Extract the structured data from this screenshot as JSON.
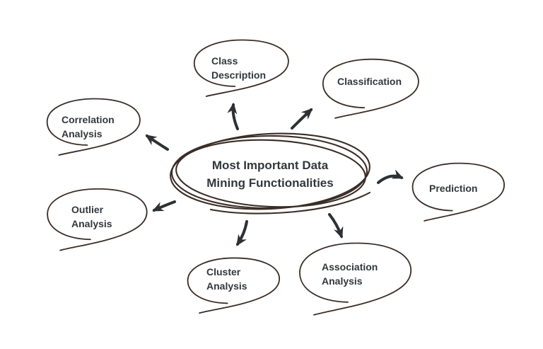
{
  "diagram": {
    "center": {
      "lines": [
        "Most Important Data",
        "Mining Functionalities"
      ]
    },
    "bubbles": [
      {
        "id": "class-description",
        "lines": [
          "Class",
          "Description"
        ]
      },
      {
        "id": "classification",
        "lines": [
          "Classification"
        ]
      },
      {
        "id": "prediction",
        "lines": [
          "Prediction"
        ]
      },
      {
        "id": "association-analysis",
        "lines": [
          "Association",
          "Analysis"
        ]
      },
      {
        "id": "cluster-analysis",
        "lines": [
          "Cluster",
          "Analysis"
        ]
      },
      {
        "id": "outlier-analysis",
        "lines": [
          "Outlier",
          "Analysis"
        ]
      },
      {
        "id": "correlation-analysis",
        "lines": [
          "Correlation",
          "Analysis"
        ]
      }
    ]
  },
  "colors": {
    "background": "#ffffff",
    "stroke": "#3a2d27",
    "text": "#33373c",
    "arrow": "#2d3134"
  }
}
